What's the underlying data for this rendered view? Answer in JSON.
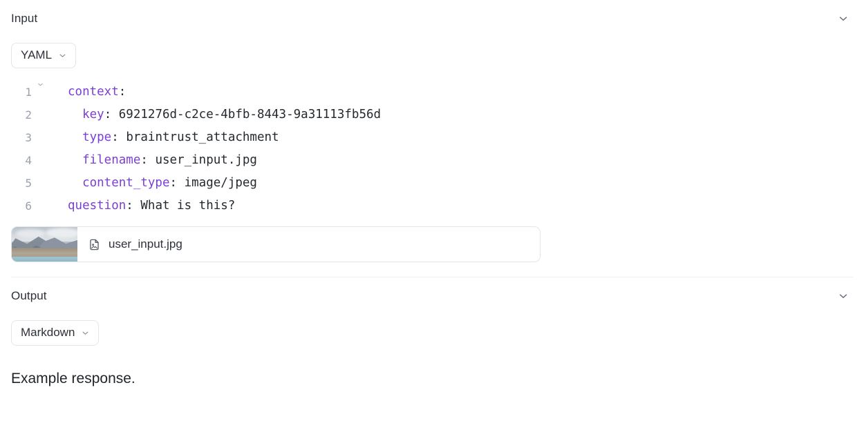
{
  "input": {
    "title": "Input",
    "collapse_icon": "chevron-down-icon",
    "format": {
      "label": "YAML",
      "caret_icon": "chevron-down-icon"
    },
    "code": {
      "language": "yaml",
      "lines": [
        {
          "n": "1",
          "foldable": true,
          "guide": false,
          "indent": "",
          "key": "context",
          "sep": ":",
          "value": ""
        },
        {
          "n": "2",
          "foldable": false,
          "guide": true,
          "indent": "  ",
          "key": "key",
          "sep": ":",
          "value": " 6921276d-c2ce-4bfb-8443-9a31113fb56d"
        },
        {
          "n": "3",
          "foldable": false,
          "guide": true,
          "indent": "  ",
          "key": "type",
          "sep": ":",
          "value": " braintrust_attachment"
        },
        {
          "n": "4",
          "foldable": false,
          "guide": true,
          "indent": "  ",
          "key": "filename",
          "sep": ":",
          "value": " user_input.jpg"
        },
        {
          "n": "5",
          "foldable": false,
          "guide": true,
          "indent": "  ",
          "key": "content_type",
          "sep": ":",
          "value": " image/jpeg"
        },
        {
          "n": "6",
          "foldable": false,
          "guide": false,
          "indent": "",
          "key": "question",
          "sep": ":",
          "value": " What is this?"
        }
      ]
    },
    "attachment": {
      "filename": "user_input.jpg",
      "icon": "file-image-icon",
      "thumbnail_alt": "mountain landscape with lake"
    }
  },
  "output": {
    "title": "Output",
    "collapse_icon": "chevron-down-icon",
    "format": {
      "label": "Markdown",
      "caret_icon": "chevron-down-icon"
    },
    "content": "Example response."
  },
  "colors": {
    "yaml_key": "#7c3fd4",
    "text": "#1f2328",
    "muted": "#9ba1ab",
    "border": "#e4e5e8",
    "divider": "#eceef0"
  }
}
